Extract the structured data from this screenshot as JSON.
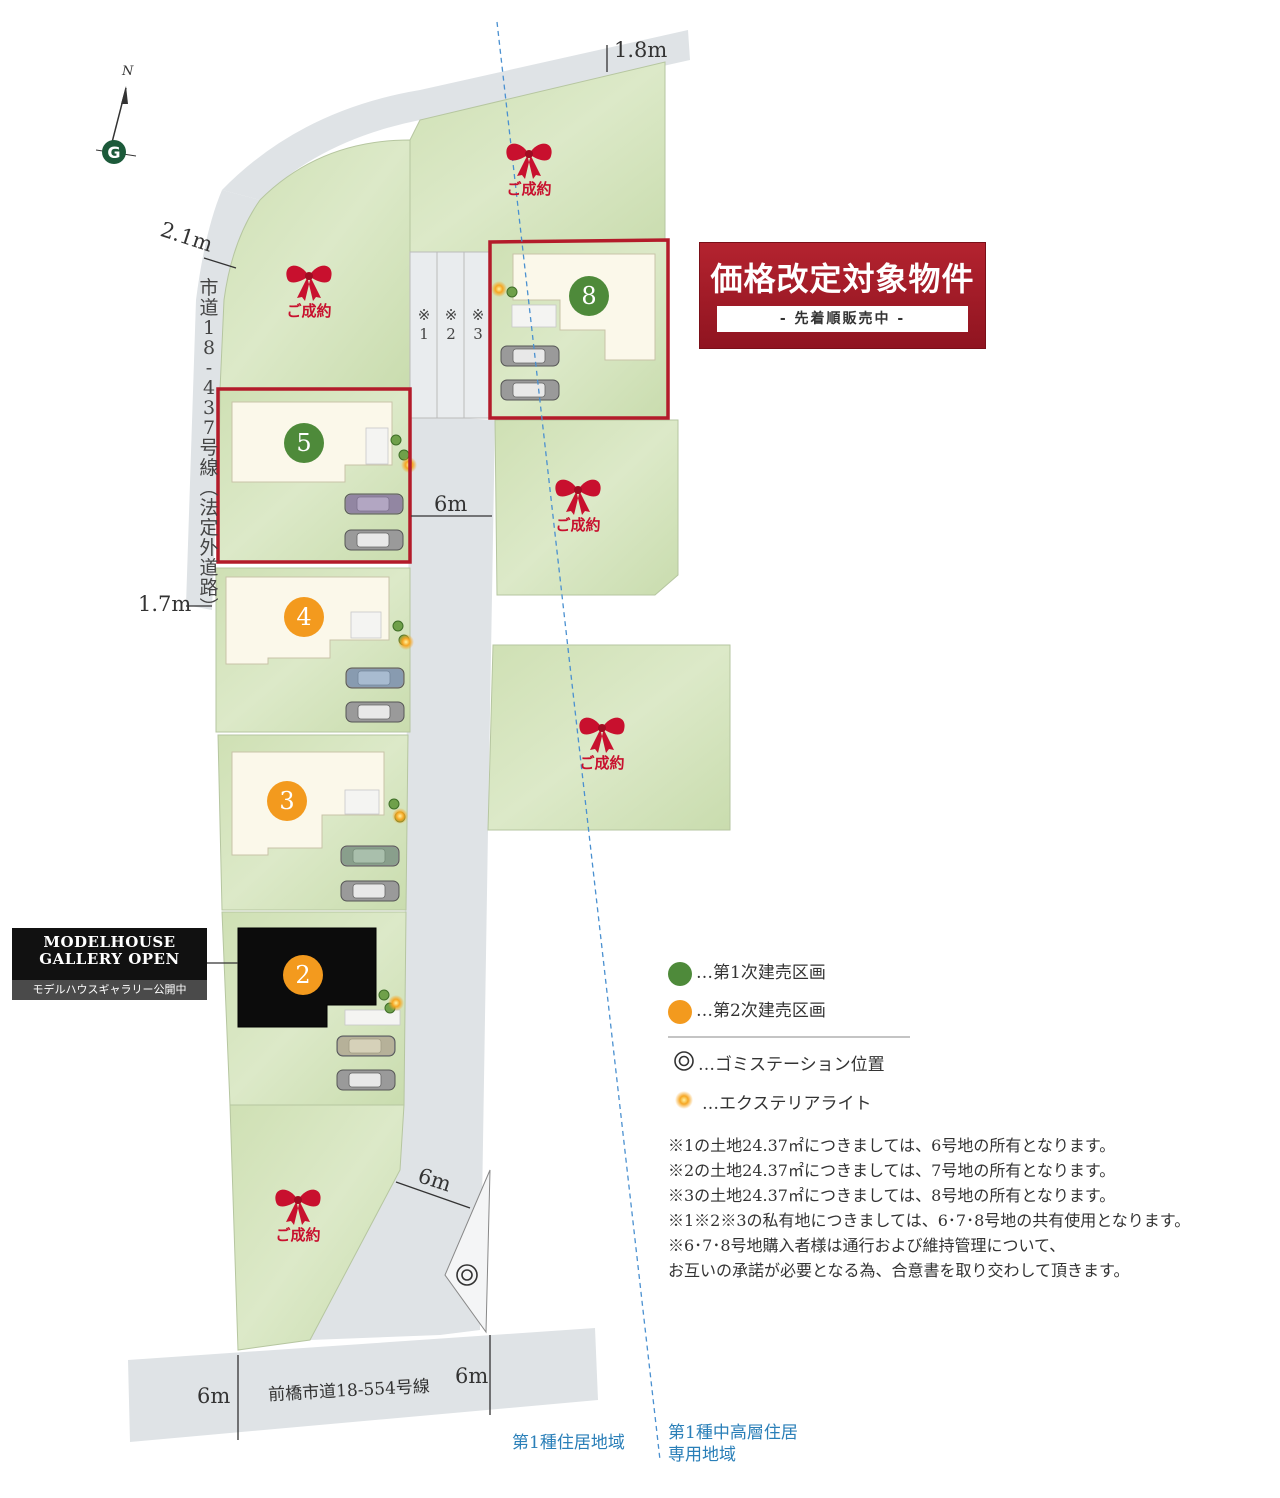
{
  "compass": {
    "north": "N",
    "logo": "G"
  },
  "dimensions": {
    "top_road": "1.8m",
    "left_road_top": "2.1m",
    "left_road_bottom": "1.7m",
    "inner_road_upper": "6m",
    "inner_road_lower": "6m",
    "main_road_left": "6m",
    "main_road_right": "6m"
  },
  "roads": {
    "left_road_chars": [
      "市",
      "道",
      "1",
      "8",
      "-",
      "4",
      "3",
      "7",
      "号",
      "線",
      "︵",
      "法",
      "定",
      "外",
      "道",
      "路",
      "︶"
    ],
    "main_road": "前橋市道18-554号線"
  },
  "sold_label": "ご成約",
  "private_strips": [
    {
      "mark": "※",
      "num": "1"
    },
    {
      "mark": "※",
      "num": "2"
    },
    {
      "mark": "※",
      "num": "3"
    }
  ],
  "lots": [
    {
      "id": "8",
      "phase": "1"
    },
    {
      "id": "5",
      "phase": "1"
    },
    {
      "id": "4",
      "phase": "2"
    },
    {
      "id": "3",
      "phase": "2"
    },
    {
      "id": "2",
      "phase": "2"
    }
  ],
  "price_banner": {
    "title": "価格改定対象物件",
    "subtitle": "- 先着順販売中 -"
  },
  "model_gallery": {
    "line1": "MODELHOUSE",
    "line2": "GALLERY OPEN",
    "line3": "モデルハウスギャラリー公開中"
  },
  "legend": {
    "phase1": "…第1次建売区画",
    "phase2": "…第2次建売区画",
    "garbage": "…ゴミステーション位置",
    "light": "…エクステリアライト",
    "colors": {
      "phase1": "#4e8a3a",
      "phase2": "#f39a1e",
      "sold": "#c8102e",
      "land": "#d4e4bc"
    }
  },
  "notes": [
    "※1の土地24.37㎡につきましては、6号地の所有となります。",
    "※2の土地24.37㎡につきましては、7号地の所有となります。",
    "※3の土地24.37㎡につきましては、8号地の所有となります。",
    "※1※2※3の私有地につきましては、6･7･8号地の共有使用となります。",
    "※6･7･8号地購入者様は通行および維持管理について、",
    "お互いの承諾が必要となる為、合意書を取り交わして頂きます。"
  ],
  "zones": {
    "left": "第1種住居地域",
    "right_line1": "第1種中高層住居",
    "right_line2": "専用地域"
  }
}
